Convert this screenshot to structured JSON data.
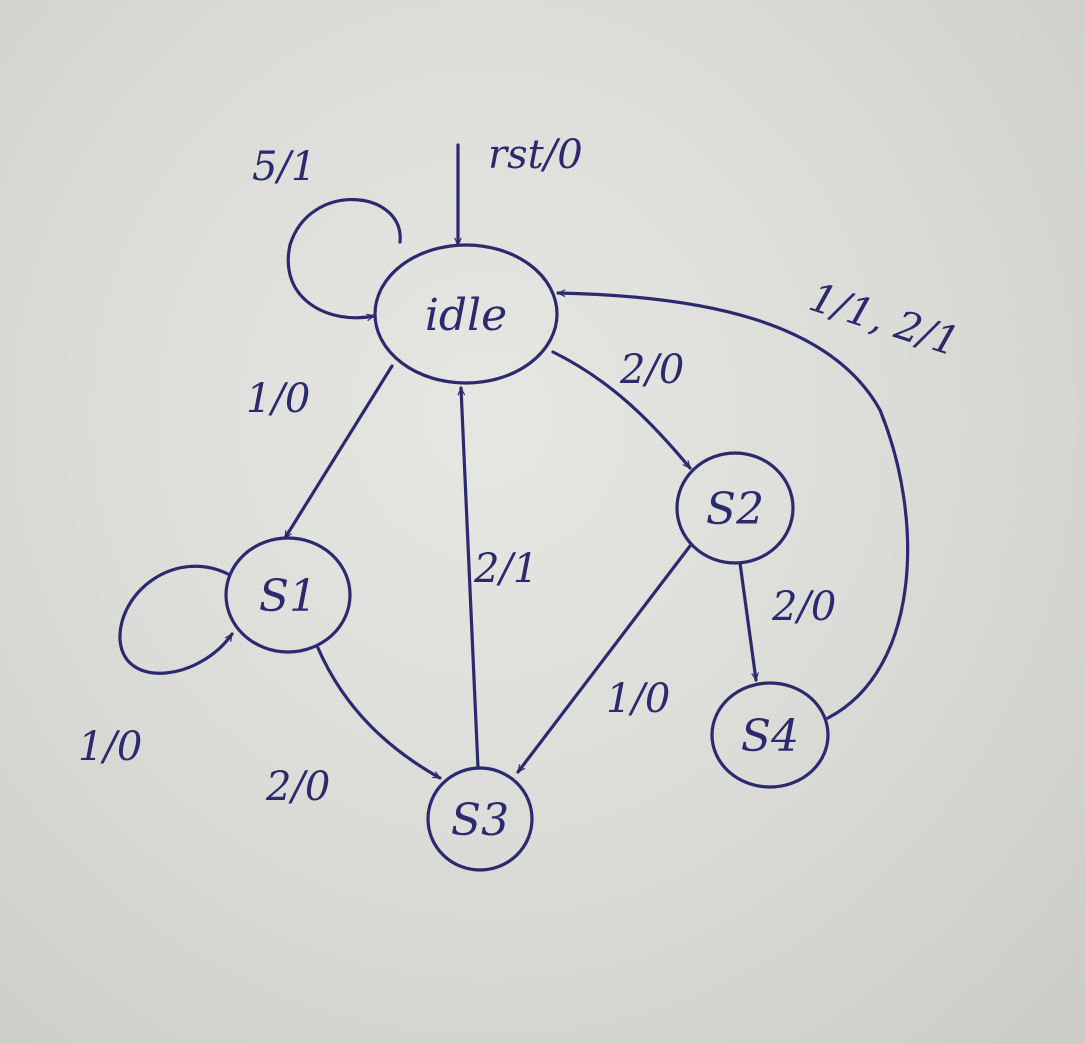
{
  "states": {
    "idle": "idle",
    "s1": "S1",
    "s2": "S2",
    "s3": "S3",
    "s4": "S4"
  },
  "transitions": {
    "reset": "rst/0",
    "idle_self": "5/1",
    "idle_to_s1": "1/0",
    "idle_to_s2": "2/0",
    "s1_self": "1/0",
    "s1_to_s3": "2/0",
    "s3_to_idle": "2/1",
    "s2_to_s3": "1/0",
    "s2_to_s4": "2/0",
    "s4_to_idle": "1/1, 2/1"
  },
  "colors": {
    "ink": "#2c2a6e",
    "paper": "#dcddd9"
  }
}
